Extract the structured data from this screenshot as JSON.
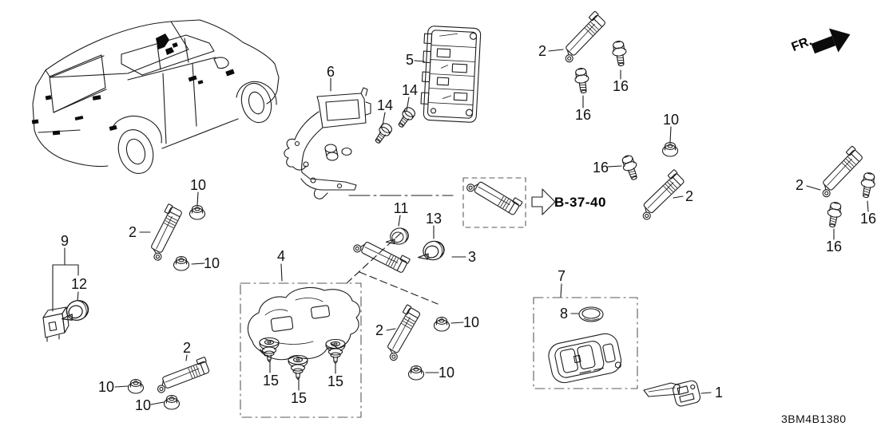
{
  "meta": {
    "drawing_code": "3BM4B1380",
    "direction_label": "FR.",
    "reference_link": "B-37-40"
  },
  "callouts": [
    {
      "part": "6"
    },
    {
      "part": "5"
    },
    {
      "part": "14"
    },
    {
      "part": "14"
    },
    {
      "part": "2"
    },
    {
      "part": "16"
    },
    {
      "part": "16"
    },
    {
      "part": "10"
    },
    {
      "part": "16"
    },
    {
      "part": "2"
    },
    {
      "part": "2"
    },
    {
      "part": "16"
    },
    {
      "part": "16"
    },
    {
      "part": "10"
    },
    {
      "part": "2"
    },
    {
      "part": "10"
    },
    {
      "part": "9"
    },
    {
      "part": "12"
    },
    {
      "part": "11"
    },
    {
      "part": "13"
    },
    {
      "part": "3"
    },
    {
      "part": "4"
    },
    {
      "part": "15"
    },
    {
      "part": "15"
    },
    {
      "part": "15"
    },
    {
      "part": "2"
    },
    {
      "part": "10"
    },
    {
      "part": "10"
    },
    {
      "part": "2"
    },
    {
      "part": "10"
    },
    {
      "part": "10"
    },
    {
      "part": "7"
    },
    {
      "part": "8"
    },
    {
      "part": "1"
    }
  ]
}
